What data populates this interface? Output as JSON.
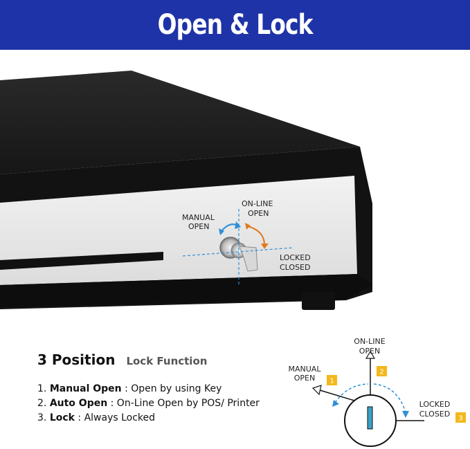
{
  "banner": {
    "title": "Open & Lock"
  },
  "photo_labels": {
    "manual_open": [
      "MANUAL",
      "OPEN"
    ],
    "online_open": [
      "ON-LINE",
      "OPEN"
    ],
    "locked_closed": [
      "LOCKED",
      "CLOSED"
    ]
  },
  "info": {
    "heading_main": "3 Position",
    "heading_sub": "Lock Function",
    "items": [
      {
        "num": "1.",
        "term": "Manual Open",
        "desc": " : Open by using Key"
      },
      {
        "num": "2.",
        "term": "Auto Open",
        "desc": " : On-Line Open by POS/ Printer"
      },
      {
        "num": "3.",
        "term": "Lock",
        "desc": " : Always Locked"
      }
    ]
  },
  "diagram": {
    "online_open": [
      "ON-LINE",
      "OPEN"
    ],
    "manual_open": [
      "MANUAL",
      "OPEN"
    ],
    "locked_closed": [
      "LOCKED",
      "CLOSED"
    ],
    "badges": [
      "1",
      "2",
      "3"
    ]
  },
  "colors": {
    "banner": "#1f33a8",
    "drawer_body": "#1b1b1b",
    "drawer_front": "#e9e9e9",
    "arrow_blue": "#2e8fd6",
    "arrow_orange": "#e07a1f",
    "badge": "#f3b81c",
    "key_slot": "#3aa0c8"
  }
}
